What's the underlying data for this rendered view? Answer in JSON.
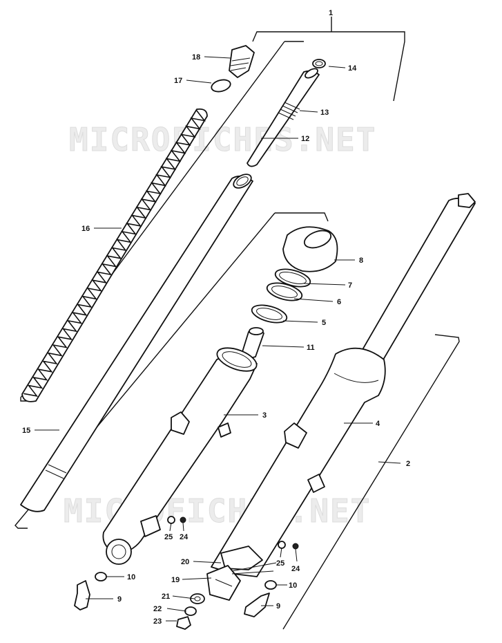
{
  "watermark": {
    "top": "MICROFICHES.NET",
    "bottom": "MICROFICHES.NET"
  },
  "callouts": [
    {
      "id": "c1",
      "number": "1"
    },
    {
      "id": "c2",
      "number": "2"
    },
    {
      "id": "c3",
      "number": "3"
    },
    {
      "id": "c4",
      "number": "4"
    },
    {
      "id": "c5",
      "number": "5"
    },
    {
      "id": "c6",
      "number": "6"
    },
    {
      "id": "c7",
      "number": "7"
    },
    {
      "id": "c8",
      "number": "8"
    },
    {
      "id": "c9a",
      "number": "9"
    },
    {
      "id": "c9b",
      "number": "9"
    },
    {
      "id": "c10a",
      "number": "10"
    },
    {
      "id": "c10b",
      "number": "10"
    },
    {
      "id": "c11",
      "number": "11"
    },
    {
      "id": "c12",
      "number": "12"
    },
    {
      "id": "c13",
      "number": "13"
    },
    {
      "id": "c14",
      "number": "14"
    },
    {
      "id": "c15",
      "number": "15"
    },
    {
      "id": "c16",
      "number": "16"
    },
    {
      "id": "c17",
      "number": "17"
    },
    {
      "id": "c18",
      "number": "18"
    },
    {
      "id": "c19",
      "number": "19"
    },
    {
      "id": "c20",
      "number": "20"
    },
    {
      "id": "c21",
      "number": "21"
    },
    {
      "id": "c22",
      "number": "22"
    },
    {
      "id": "c23",
      "number": "23"
    },
    {
      "id": "c24a",
      "number": "24"
    },
    {
      "id": "c24b",
      "number": "24"
    },
    {
      "id": "c25a",
      "number": "25"
    },
    {
      "id": "c25b",
      "number": "25"
    }
  ],
  "colors": {
    "ink": "#111111",
    "paper": "#ffffff",
    "watermark": "#e6e6e6"
  }
}
